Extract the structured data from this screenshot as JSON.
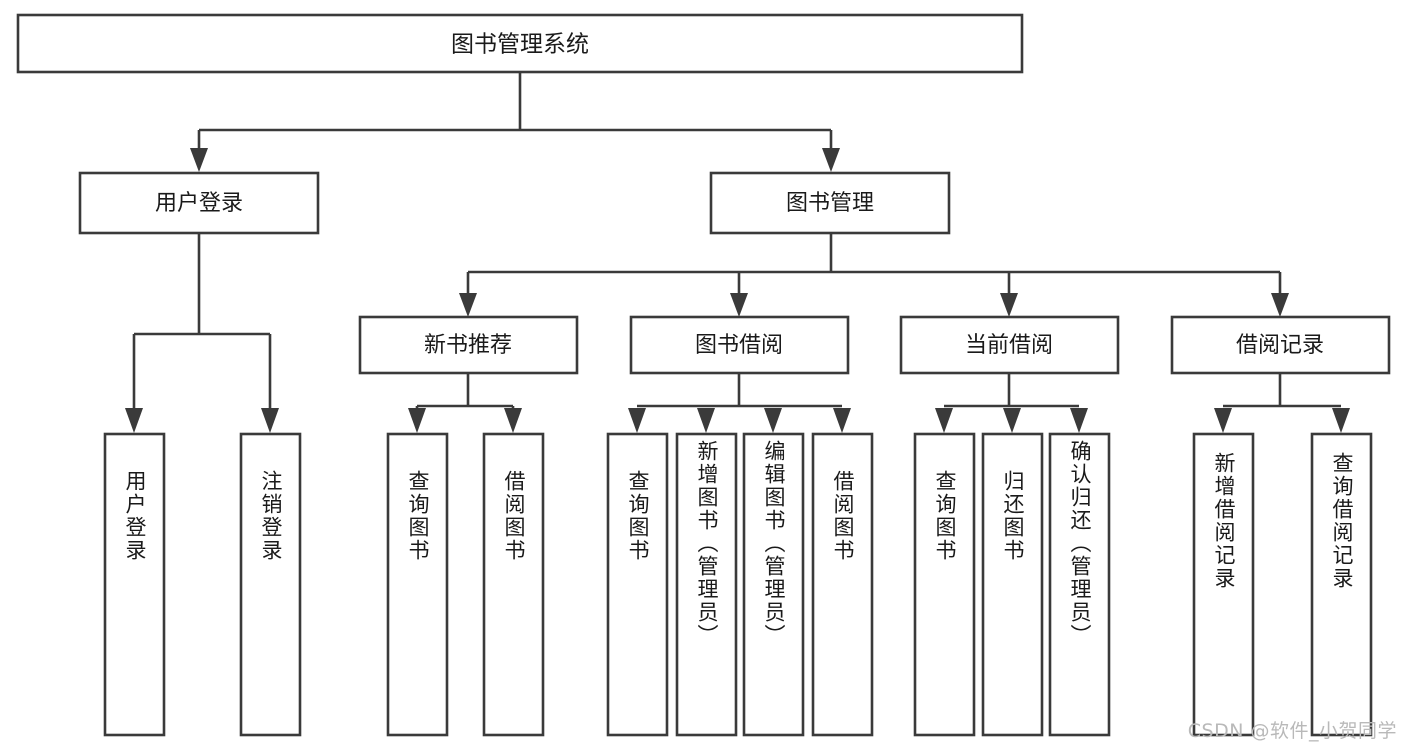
{
  "diagram": {
    "title": "图书管理系统",
    "type": "tree-hierarchy",
    "root": {
      "label": "图书管理系统"
    },
    "level2": [
      {
        "label": "用户登录"
      },
      {
        "label": "图书管理"
      }
    ],
    "level3": [
      {
        "label": "新书推荐"
      },
      {
        "label": "图书借阅"
      },
      {
        "label": "当前借阅"
      },
      {
        "label": "借阅记录"
      }
    ],
    "leaves": {
      "user_login": [
        {
          "label": "用户登录"
        },
        {
          "label": "注销登录"
        }
      ],
      "new_book_recommend": [
        {
          "label": "查询图书"
        },
        {
          "label": "借阅图书"
        }
      ],
      "book_borrow": [
        {
          "label": "查询图书"
        },
        {
          "label": "新增图书（管理员）"
        },
        {
          "label": "编辑图书（管理员）"
        },
        {
          "label": "借阅图书"
        }
      ],
      "current_borrow": [
        {
          "label": "查询图书"
        },
        {
          "label": "归还图书"
        },
        {
          "label": "确认归还（管理员）"
        }
      ],
      "borrow_record": [
        {
          "label": "新增借阅记录"
        },
        {
          "label": "查询借阅记录"
        }
      ]
    }
  },
  "watermark": {
    "text": "CSDN @软件_小贺同学"
  },
  "colors": {
    "stroke": "#3a3a3a",
    "fill": "#ffffff",
    "text": "#1a1a1a",
    "watermark": "#b9b9b9"
  }
}
